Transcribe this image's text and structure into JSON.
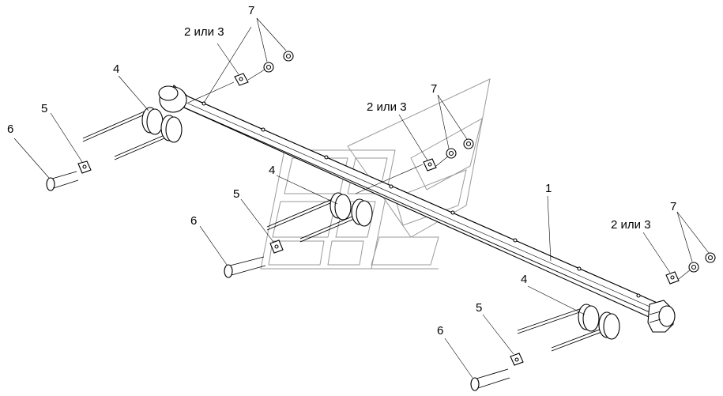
{
  "diagram": {
    "labels": {
      "frame": "1",
      "plate_1": "2 или 3",
      "plate_2": "2 или 3",
      "plate_3": "2 или 3",
      "nuts_1": "7",
      "nuts_2": "7",
      "nuts_3": "7",
      "spring_1": "4",
      "spring_2": "4",
      "spring_3": "4",
      "clamp_1": "5",
      "clamp_2": "5",
      "clamp_3": "5",
      "bolt_1": "6",
      "bolt_2": "6",
      "bolt_3": "6"
    },
    "colors": {
      "line": "#000000",
      "watermark": "#9a9a9a",
      "background": "#ffffff"
    }
  }
}
